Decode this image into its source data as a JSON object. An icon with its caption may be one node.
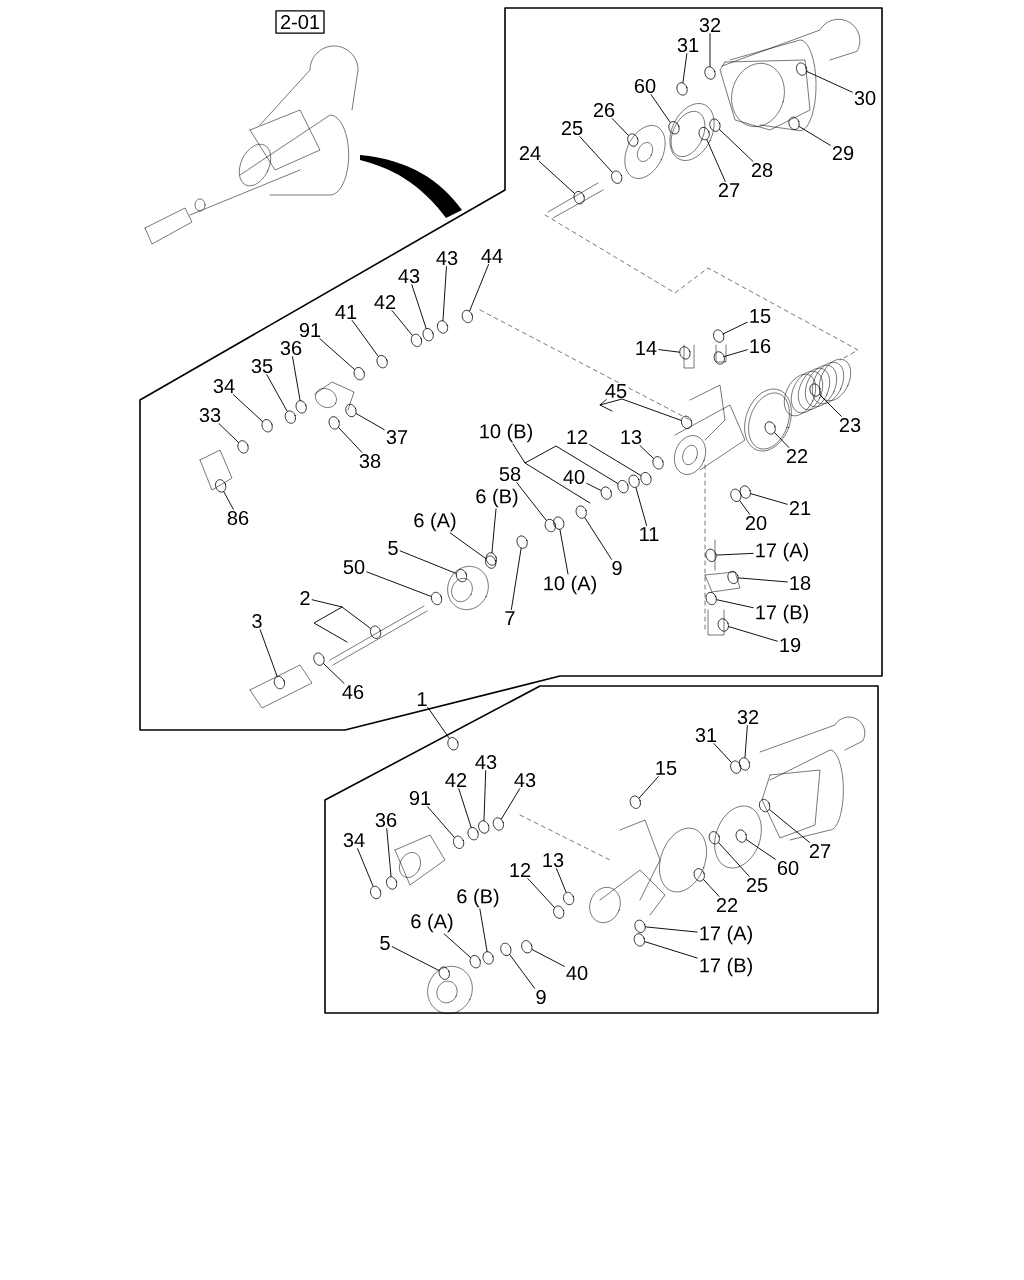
{
  "diagram": {
    "nodes": [
      {
        "text": [
          "2-01"
        ]
      },
      {
        "text": [
          "32"
        ]
      },
      {
        "text": [
          "31"
        ]
      },
      {
        "text": [
          "30"
        ]
      },
      {
        "text": [
          "60"
        ]
      },
      {
        "text": [
          "26"
        ]
      },
      {
        "text": [
          "25"
        ]
      },
      {
        "text": [
          "29"
        ]
      },
      {
        "text": [
          "24"
        ]
      },
      {
        "text": [
          "28"
        ]
      },
      {
        "text": [
          "27"
        ]
      },
      {
        "text": [
          "44"
        ]
      },
      {
        "text": [
          "43"
        ]
      },
      {
        "text": [
          "43"
        ]
      },
      {
        "text": [
          "42"
        ]
      },
      {
        "text": [
          "41"
        ]
      },
      {
        "text": [
          "91"
        ]
      },
      {
        "text": [
          "15"
        ]
      },
      {
        "text": [
          "36"
        ]
      },
      {
        "text": [
          "14"
        ]
      },
      {
        "text": [
          "16"
        ]
      },
      {
        "text": [
          "35"
        ]
      },
      {
        "text": [
          "34"
        ]
      },
      {
        "text": [
          "45"
        ]
      },
      {
        "text": [
          "33"
        ]
      },
      {
        "text": [
          "23"
        ]
      },
      {
        "text": [
          "10 (B)"
        ]
      },
      {
        "text": [
          "12"
        ]
      },
      {
        "text": [
          "13"
        ]
      },
      {
        "text": [
          "37"
        ]
      },
      {
        "text": [
          "22"
        ]
      },
      {
        "text": [
          "38"
        ]
      },
      {
        "text": [
          "40"
        ]
      },
      {
        "text": [
          "58"
        ]
      },
      {
        "text": [
          "6 (B)"
        ]
      },
      {
        "text": [
          "21"
        ]
      },
      {
        "text": [
          "86"
        ]
      },
      {
        "text": [
          "6 (A)"
        ]
      },
      {
        "text": [
          "20"
        ]
      },
      {
        "text": [
          "11"
        ]
      },
      {
        "text": [
          "5"
        ]
      },
      {
        "text": [
          "17 (A)"
        ]
      },
      {
        "text": [
          "9"
        ]
      },
      {
        "text": [
          "50"
        ]
      },
      {
        "text": [
          "10 (A)"
        ]
      },
      {
        "text": [
          "18"
        ]
      },
      {
        "text": [
          "2"
        ]
      },
      {
        "text": [
          "7"
        ]
      },
      {
        "text": [
          "17 (B)"
        ]
      },
      {
        "text": [
          "3"
        ]
      },
      {
        "text": [
          "19"
        ]
      },
      {
        "text": [
          "46"
        ]
      },
      {
        "text": [
          "1"
        ]
      },
      {
        "text": [
          "32"
        ]
      },
      {
        "text": [
          "31"
        ]
      },
      {
        "text": [
          "43"
        ]
      },
      {
        "text": [
          "15"
        ]
      },
      {
        "text": [
          "43"
        ]
      },
      {
        "text": [
          "42"
        ]
      },
      {
        "text": [
          "91"
        ]
      },
      {
        "text": [
          "36"
        ]
      },
      {
        "text": [
          "34"
        ]
      },
      {
        "text": [
          "27"
        ]
      },
      {
        "text": [
          "13"
        ]
      },
      {
        "text": [
          "60"
        ]
      },
      {
        "text": [
          "12"
        ]
      },
      {
        "text": [
          "25"
        ]
      },
      {
        "text": [
          "6 (B)"
        ]
      },
      {
        "text": [
          "22"
        ]
      },
      {
        "text": [
          "6 (A)"
        ]
      },
      {
        "text": [
          "17 (A)"
        ]
      },
      {
        "text": [
          "5"
        ]
      },
      {
        "text": [
          "40"
        ]
      },
      {
        "text": [
          "17 (B)"
        ]
      },
      {
        "text": [
          "9"
        ]
      },
      {
        "text": [],
        "shape": "circle"
      },
      {
        "text": [],
        "shape": "circle"
      },
      {
        "text": [],
        "shape": "circle"
      },
      {
        "text": [],
        "shape": "circle"
      },
      {
        "text": [],
        "shape": "circle"
      },
      {
        "text": [],
        "shape": "circle"
      },
      {
        "text": [],
        "shape": "circle"
      },
      {
        "text": [],
        "shape": "circle"
      },
      {
        "text": [],
        "shape": "circle"
      },
      {
        "text": [],
        "shape": "circle"
      },
      {
        "text": [],
        "shape": "circle"
      },
      {
        "text": [],
        "shape": "circle"
      },
      {
        "text": [],
        "shape": "circle"
      },
      {
        "text": [],
        "shape": "circle"
      },
      {
        "text": [],
        "shape": "circle"
      },
      {
        "text": [],
        "shape": "circle"
      },
      {
        "text": [],
        "shape": "circle"
      },
      {
        "text": [],
        "shape": "circle"
      },
      {
        "text": [],
        "shape": "circle"
      },
      {
        "text": [],
        "shape": "circle"
      },
      {
        "text": [],
        "shape": "circle"
      },
      {
        "text": [],
        "shape": "circle"
      },
      {
        "text": [],
        "shape": "circle"
      },
      {
        "text": [],
        "shape": "circle"
      },
      {
        "text": [],
        "shape": "circle"
      },
      {
        "text": [],
        "shape": "circle"
      },
      {
        "text": [],
        "shape": "circle"
      },
      {
        "text": [],
        "shape": "circle"
      },
      {
        "text": [],
        "shape": "circle"
      },
      {
        "text": [],
        "shape": "circle"
      },
      {
        "text": [],
        "shape": "circle"
      },
      {
        "text": [],
        "shape": "circle"
      },
      {
        "text": [],
        "shape": "circle"
      },
      {
        "text": [],
        "shape": "circle"
      },
      {
        "text": [],
        "shape": "circle"
      },
      {
        "text": [],
        "shape": "circle"
      },
      {
        "text": [],
        "shape": "circle"
      },
      {
        "text": [],
        "shape": "circle"
      },
      {
        "text": [],
        "shape": "circle"
      },
      {
        "text": [],
        "shape": "circle"
      },
      {
        "text": [],
        "shape": "circle"
      },
      {
        "text": [],
        "shape": "circle"
      },
      {
        "text": [],
        "shape": "circle"
      },
      {
        "text": [],
        "shape": "circle"
      },
      {
        "text": [],
        "shape": "circle"
      },
      {
        "text": [],
        "shape": "circle"
      },
      {
        "text": [],
        "shape": "circle"
      },
      {
        "text": [],
        "shape": "circle"
      },
      {
        "text": [],
        "shape": "circle"
      },
      {
        "text": [],
        "shape": "circle"
      },
      {
        "text": [],
        "shape": "circle"
      },
      {
        "text": [],
        "shape": "circle"
      },
      {
        "text": [],
        "shape": "circle"
      },
      {
        "text": [],
        "shape": "circle"
      },
      {
        "text": [],
        "shape": "circle"
      },
      {
        "text": [],
        "shape": "circle"
      },
      {
        "text": [],
        "shape": "circle"
      },
      {
        "text": [],
        "shape": "circle"
      },
      {
        "text": [],
        "shape": "circle"
      },
      {
        "text": [],
        "shape": "circle"
      },
      {
        "text": [],
        "shape": "circle"
      },
      {
        "text": [],
        "shape": "circle"
      },
      {
        "text": [],
        "shape": "circle"
      },
      {
        "text": [],
        "shape": "circle"
      },
      {
        "text": [],
        "shape": "circle"
      },
      {
        "text": [],
        "shape": "circle"
      },
      {
        "text": [],
        "shape": "circle"
      },
      {
        "text": [],
        "shape": "circle"
      },
      {
        "text": [],
        "shape": "circle"
      },
      {
        "text": [],
        "shape": "circle"
      },
      {
        "text": [],
        "shape": "circle"
      },
      {
        "text": [],
        "shape": "circle"
      },
      {
        "text": [],
        "shape": "circle"
      },
      {
        "text": [],
        "shape": "circle"
      }
    ],
    "edges": [
      {
        "from": 1,
        "to": 75,
        "arrow": "none"
      },
      {
        "from": 2,
        "to": 76,
        "arrow": "none"
      },
      {
        "from": 3,
        "to": 77,
        "arrow": "none"
      },
      {
        "from": 4,
        "to": 78,
        "arrow": "none"
      },
      {
        "from": 5,
        "to": 79,
        "arrow": "none"
      },
      {
        "from": 6,
        "to": 80,
        "arrow": "none"
      },
      {
        "from": 7,
        "to": 81,
        "arrow": "none"
      },
      {
        "from": 8,
        "to": 82,
        "arrow": "none"
      },
      {
        "from": 9,
        "to": 83,
        "arrow": "none"
      },
      {
        "from": 10,
        "to": 84,
        "arrow": "none"
      },
      {
        "from": 11,
        "to": 85,
        "arrow": "none"
      },
      {
        "from": 12,
        "to": 86,
        "arrow": "none"
      },
      {
        "from": 13,
        "to": 87,
        "arrow": "none"
      },
      {
        "from": 14,
        "to": 88,
        "arrow": "none"
      },
      {
        "from": 15,
        "to": 89,
        "arrow": "none"
      },
      {
        "from": 16,
        "to": 90,
        "arrow": "none"
      },
      {
        "from": 17,
        "to": 91,
        "arrow": "none"
      },
      {
        "from": 18,
        "to": 92,
        "arrow": "none"
      },
      {
        "from": 19,
        "to": 93,
        "arrow": "none"
      },
      {
        "from": 20,
        "to": 94,
        "arrow": "none"
      },
      {
        "from": 21,
        "to": 95,
        "arrow": "none"
      },
      {
        "from": 22,
        "to": 96,
        "arrow": "none"
      },
      {
        "from": 23,
        "to": 97,
        "arrow": "none"
      },
      {
        "from": 24,
        "to": 98,
        "arrow": "none"
      },
      {
        "from": 25,
        "to": 99,
        "arrow": "none"
      },
      {
        "from": 26,
        "to": 100,
        "arrow": "none"
      },
      {
        "from": 27,
        "to": 101,
        "arrow": "none"
      },
      {
        "from": 28,
        "to": 102,
        "arrow": "none"
      },
      {
        "from": 29,
        "to": 103,
        "arrow": "none"
      },
      {
        "from": 30,
        "to": 104,
        "arrow": "none"
      },
      {
        "from": 31,
        "to": 105,
        "arrow": "none"
      },
      {
        "from": 32,
        "to": 106,
        "arrow": "none"
      },
      {
        "from": 33,
        "to": 107,
        "arrow": "none"
      },
      {
        "from": 34,
        "to": 108,
        "arrow": "none"
      },
      {
        "from": 35,
        "to": 109,
        "arrow": "none"
      },
      {
        "from": 36,
        "to": 110,
        "arrow": "none"
      },
      {
        "from": 37,
        "to": 111,
        "arrow": "none"
      },
      {
        "from": 38,
        "to": 112,
        "arrow": "none"
      },
      {
        "from": 39,
        "to": 113,
        "arrow": "none"
      },
      {
        "from": 40,
        "to": 114,
        "arrow": "none"
      },
      {
        "from": 41,
        "to": 115,
        "arrow": "none"
      },
      {
        "from": 42,
        "to": 116,
        "arrow": "none"
      },
      {
        "from": 43,
        "to": 117,
        "arrow": "none"
      },
      {
        "from": 44,
        "to": 118,
        "arrow": "none"
      },
      {
        "from": 45,
        "to": 119,
        "arrow": "none"
      },
      {
        "from": 46,
        "to": 120,
        "arrow": "none"
      },
      {
        "from": 47,
        "to": 121,
        "arrow": "none"
      },
      {
        "from": 48,
        "to": 122,
        "arrow": "none"
      },
      {
        "from": 49,
        "to": 123,
        "arrow": "none"
      },
      {
        "from": 50,
        "to": 124,
        "arrow": "none"
      },
      {
        "from": 51,
        "to": 125,
        "arrow": "none"
      },
      {
        "from": 52,
        "to": 126,
        "arrow": "none"
      },
      {
        "from": 53,
        "to": 127,
        "arrow": "none"
      },
      {
        "from": 54,
        "to": 128,
        "arrow": "none"
      },
      {
        "from": 55,
        "to": 129,
        "arrow": "none"
      },
      {
        "from": 56,
        "to": 130,
        "arrow": "none"
      },
      {
        "from": 57,
        "to": 131,
        "arrow": "none"
      },
      {
        "from": 58,
        "to": 132,
        "arrow": "none"
      },
      {
        "from": 59,
        "to": 133,
        "arrow": "none"
      },
      {
        "from": 60,
        "to": 134,
        "arrow": "none"
      },
      {
        "from": 61,
        "to": 135,
        "arrow": "none"
      },
      {
        "from": 62,
        "to": 136,
        "arrow": "none"
      },
      {
        "from": 63,
        "to": 137,
        "arrow": "none"
      },
      {
        "from": 64,
        "to": 138,
        "arrow": "none"
      },
      {
        "from": 65,
        "to": 139,
        "arrow": "none"
      },
      {
        "from": 66,
        "to": 140,
        "arrow": "none"
      },
      {
        "from": 67,
        "to": 141,
        "arrow": "none"
      },
      {
        "from": 68,
        "to": 142,
        "arrow": "none"
      },
      {
        "from": 69,
        "to": 143,
        "arrow": "none"
      },
      {
        "from": 70,
        "to": 144,
        "arrow": "none"
      },
      {
        "from": 71,
        "to": 145,
        "arrow": "none"
      },
      {
        "from": 72,
        "to": 146,
        "arrow": "none"
      },
      {
        "from": 73,
        "to": 147,
        "arrow": "none"
      },
      {
        "from": 74,
        "to": 148,
        "arrow": "none"
      }
    ]
  }
}
